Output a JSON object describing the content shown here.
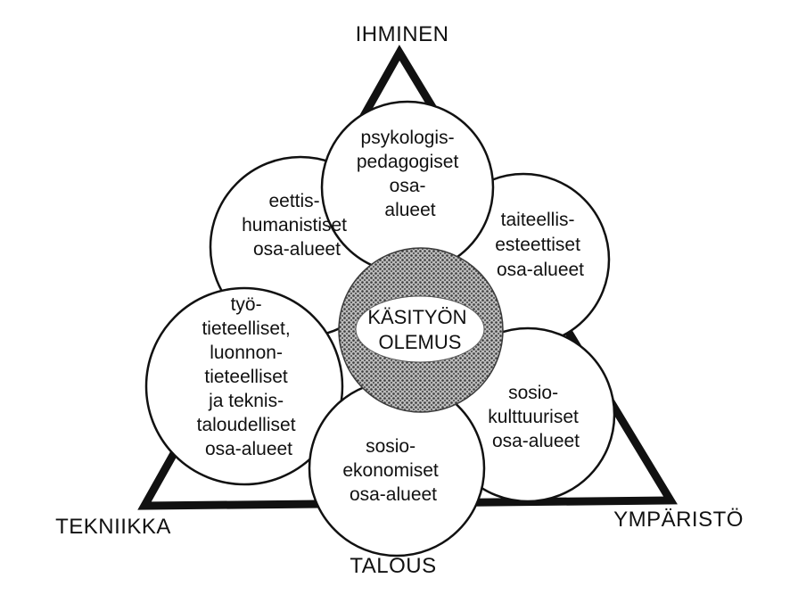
{
  "colors": {
    "ink": "#111111",
    "paper": "#ffffff",
    "ring_dark": "#3a3a3a",
    "ring_light": "#bdbdbd"
  },
  "corners": {
    "top": "IHMINEN",
    "bottom_left": "TEKNIIKKA",
    "bottom_right": "YMPÄRISTÖ",
    "bottom_center": "TALOUS"
  },
  "center": {
    "lines": [
      "KÄSITYÖN",
      "OLEMUS"
    ]
  },
  "areas": [
    {
      "id": "ethical",
      "lines": [
        "eettis-",
        "humanistiset",
        "osa-alueet"
      ]
    },
    {
      "id": "artistic",
      "lines": [
        "taiteellis-",
        "esteettiset",
        "osa-alueet"
      ]
    },
    {
      "id": "work-science",
      "lines": [
        "työ-",
        "tieteelliset,",
        "luonnon-",
        "tieteelliset",
        "ja teknis-",
        "taloudelliset",
        "osa-alueet"
      ]
    },
    {
      "id": "socio-cultural",
      "lines": [
        "sosio-",
        "kulttuuriset",
        "osa-alueet"
      ]
    },
    {
      "id": "socio-economic",
      "lines": [
        "sosio-",
        "ekonomiset",
        "osa-alueet"
      ]
    },
    {
      "id": "psych-pedagogical",
      "lines": [
        "psykologis-",
        "pedagogiset",
        "osa-",
        "alueet"
      ]
    }
  ]
}
